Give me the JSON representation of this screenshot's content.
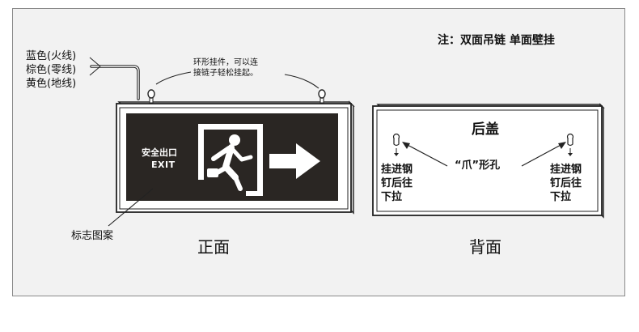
{
  "note": "注：双面吊链 单面壁挂",
  "wires": [
    "蓝色(火线)",
    "棕色(零线)",
    "黄色(地线)"
  ],
  "ring_hook_text": "环形挂件，可以连\n接链子轻松挂起。",
  "sign": {
    "cn": "安全出口",
    "en": "EXIT"
  },
  "pattern_label": "标志图案",
  "front_label": "正面",
  "back_label": "背面",
  "back_cover": "后盖",
  "claw_hole": "“爪”形孔",
  "hang_left": "挂进钢\n钉后往\n下拉",
  "hang_right": "挂进钢\n钉后往\n下拉",
  "colors": {
    "sign_face": "#2a2623",
    "panel": "#f2f2f2",
    "frame": "#222222"
  },
  "icons": [
    "running-man-icon",
    "right-arrow-icon",
    "keyhole-icon"
  ]
}
